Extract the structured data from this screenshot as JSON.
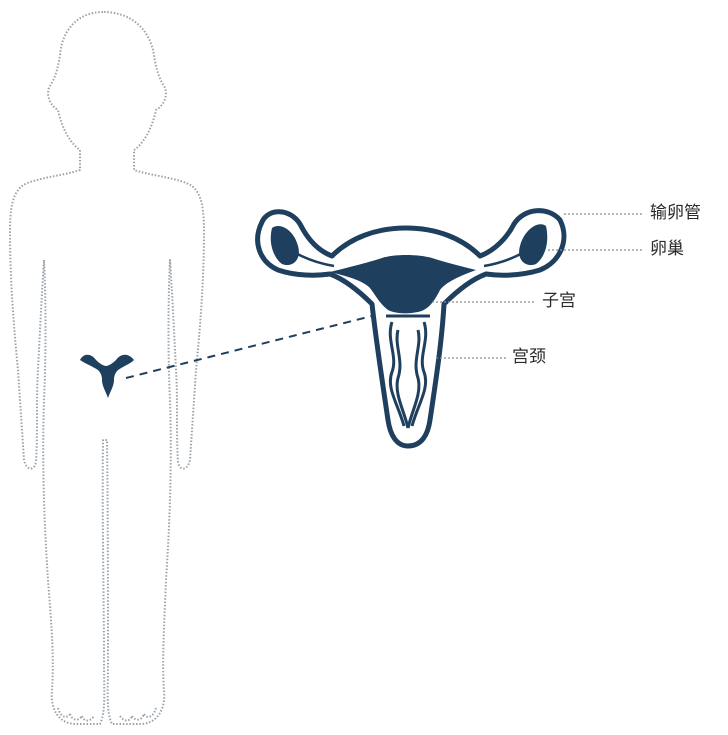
{
  "diagram": {
    "colors": {
      "organ_fill": "#1e3f5e",
      "outline": "#9aa3ab",
      "leader_line": "#8a8f94",
      "text": "#2b2b2b",
      "background": "#ffffff"
    },
    "labels": {
      "fallopian_tube": "输卵管",
      "ovary": "卵巢",
      "uterus": "子宫",
      "cervix": "宫颈"
    }
  }
}
